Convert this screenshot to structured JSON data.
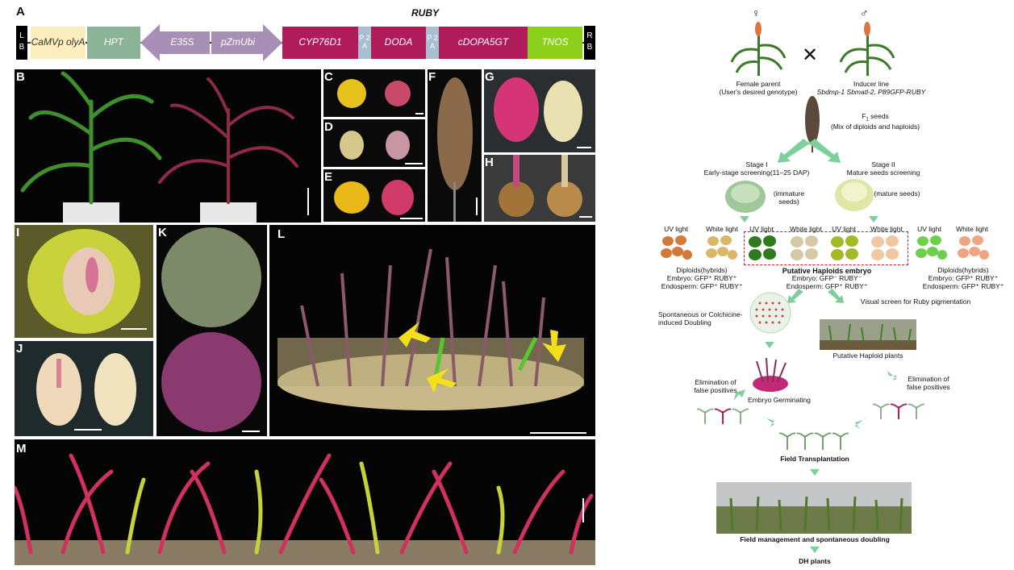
{
  "construct": {
    "title": "RUBY",
    "lb": [
      "L",
      "B"
    ],
    "rb": [
      "R",
      "B"
    ],
    "parts": [
      "CaMVp olyA",
      "HPT",
      "E35S",
      "pZmUbi",
      "CYP76D1",
      "P 2 A",
      "DODA",
      "P 2 A",
      "cDOPA5GT",
      "TNOS"
    ]
  },
  "panel_labels": [
    "A",
    "B",
    "C",
    "D",
    "E",
    "F",
    "G",
    "H",
    "I",
    "J",
    "K",
    "L",
    "M"
  ],
  "flow": {
    "female_symbol": "♀",
    "male_symbol": "♂",
    "female_parent": "Female parent",
    "female_parent_note": "(User's desired genotype)",
    "cross": "✕",
    "inducer": "Inducer line",
    "inducer_genotype": "Sbdmp-1 Sbmatl-2, P89GFP-RUBY",
    "f1_label": "F",
    "f1_sub": "1",
    "f1_rest": " seeds",
    "f1_note": "(Mix of diploids and haploids)",
    "stage1": "Stage I",
    "stage1_desc": "Early-stage screening(11–25 DAP)",
    "stage2": "Stage II",
    "stage2_desc": "Mature seeds screening",
    "immature": "(immature seeds)",
    "mature": "(mature seeds)",
    "uv": "UV light",
    "white": "White light",
    "diploids": "Diploids(hybrids)",
    "embryo_dip": "Embryo: GFP⁺ RUBY⁺",
    "endo_dip": "Endosperm: GFP⁺ RUBY⁺",
    "haploid_title": "Putative Haploids embryo",
    "embryo_hap": "Embryo: GFP⁻ RUBY⁻",
    "endo_hap": "Endosperm: GFP⁺ RUBY⁺",
    "visual": "Visual screen for Ruby pigmentation",
    "doubling": "Spontaneous or Colchicine-induced Doubling",
    "haploid_plants": "Putative Haploid plants",
    "elim": "Elimination of false positives",
    "germ": "Embryo Germinating",
    "field_trans": "Field Transplantation",
    "field_mgmt": "Field management and spontaneous doubling",
    "dh": "DH plants"
  },
  "colors": {
    "ruby": "#b01c5a",
    "hpt": "#8ab398",
    "promoter": "#a78fb5",
    "terminator": "#8dd01c",
    "polya": "#fbeebc",
    "p2a": "#a7bfd1",
    "flow_arrow": "#7fcf9c"
  }
}
